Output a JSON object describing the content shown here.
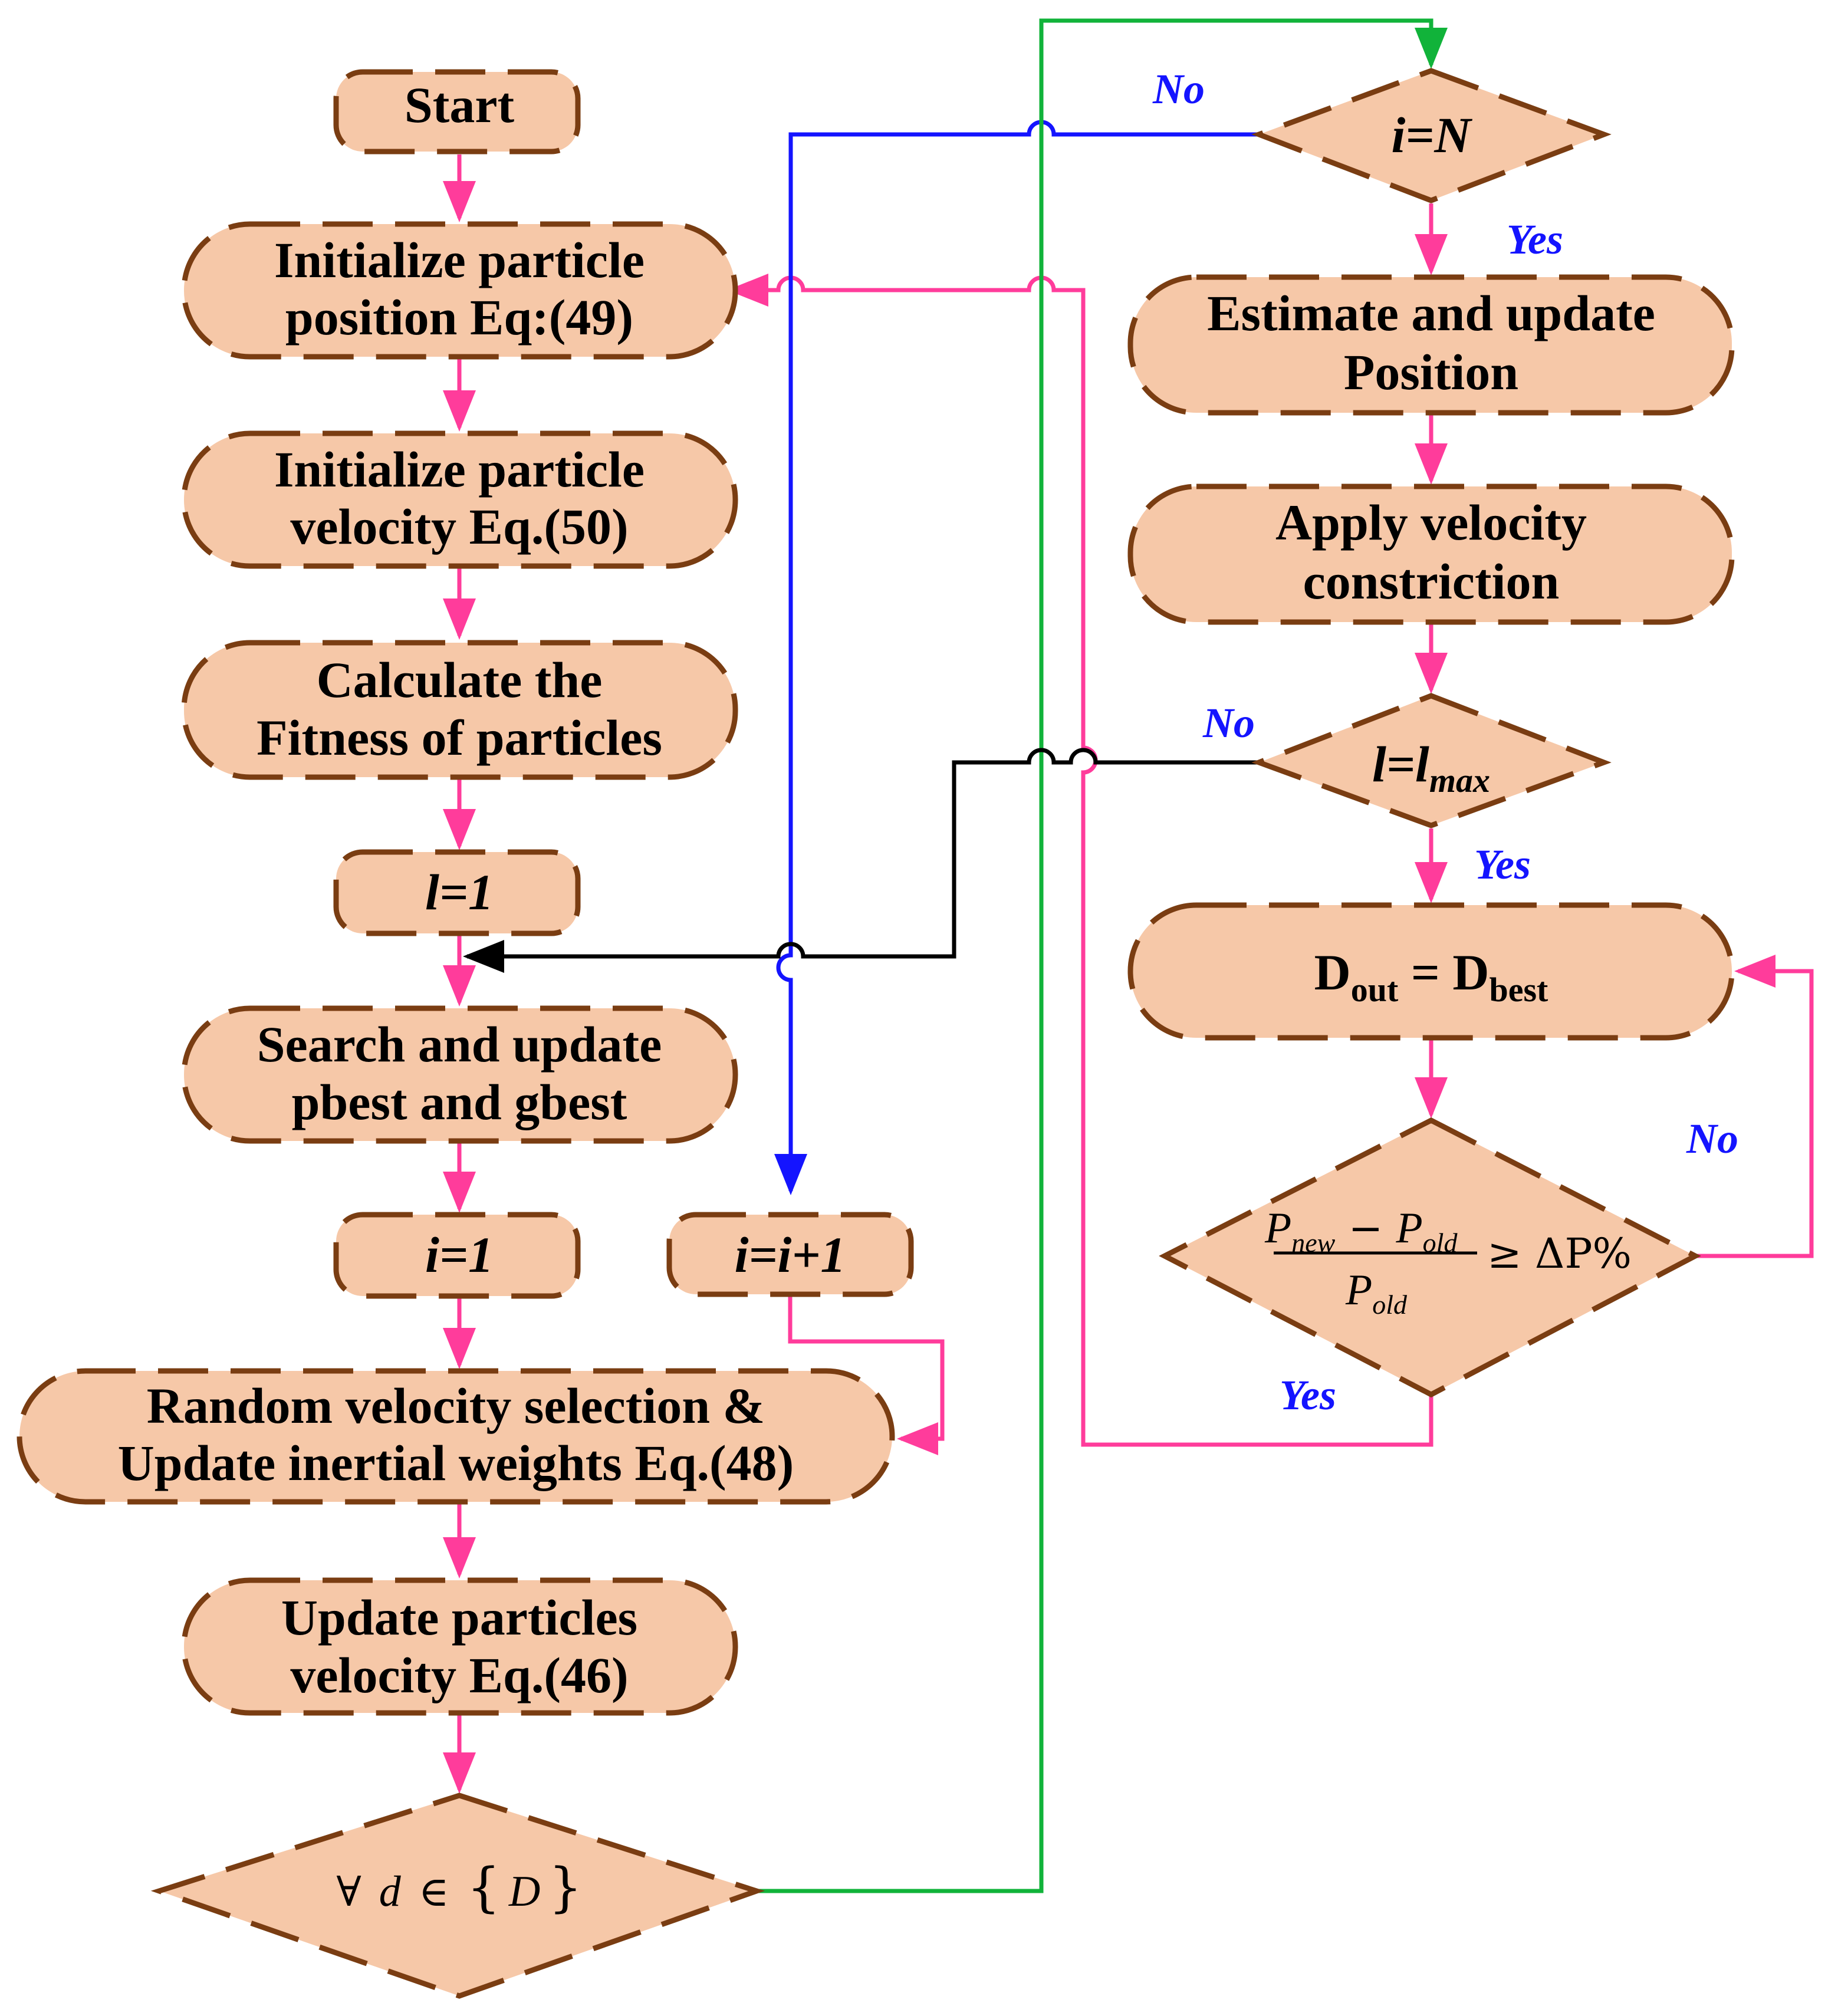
{
  "nodes": {
    "start": "Start",
    "init_position": [
      "Initialize particle",
      "position Eq:(49)"
    ],
    "init_velocity": [
      "Initialize particle",
      "velocity Eq.(50)"
    ],
    "calc_fitness": [
      "Calculate the",
      "Fitness of particles"
    ],
    "l_eq_1": "l=1",
    "search_update": [
      "Search and update",
      "pbest and gbest"
    ],
    "i_eq_1": "i=1",
    "i_increment": "i=i+1",
    "random_velocity": [
      "Random velocity selection &",
      "Update inertial weights Eq.(48)"
    ],
    "update_velocity": [
      "Update particles",
      "velocity Eq.(46)"
    ],
    "for_all_d": {
      "forall": "∀",
      "d": "d",
      "in": "∈",
      "open": "{",
      "D": "D",
      "close": "}"
    },
    "i_eq_N": "i=N",
    "estimate_position": [
      "Estimate and update",
      "Position"
    ],
    "velocity_constriction": [
      "Apply velocity",
      "constriction"
    ],
    "l_eq_lmax": {
      "base": "l=l",
      "sub": "max"
    },
    "dout_dbest": {
      "D1": "D",
      "sub1": "out",
      "eq": " = D",
      "sub2": "best"
    },
    "power_check": {
      "P": "P",
      "new": "new",
      "minus": " − ",
      "old": "old",
      "ge": "≥ ΔP%"
    }
  },
  "branch_labels": {
    "i_eq_N_no": "No",
    "i_eq_N_yes": "Yes",
    "l_eq_lmax_no": "No",
    "l_eq_lmax_yes": "Yes",
    "power_check_no": "No",
    "power_check_yes": "Yes"
  },
  "colors": {
    "node_fill": "#f6c8a8",
    "node_border": "#7a3d12",
    "main_flow": "#ff3c9b",
    "loop_i": "#1414ff",
    "loop_d": "#11b33a",
    "loop_l": "#000000",
    "label": "#1414ff"
  }
}
